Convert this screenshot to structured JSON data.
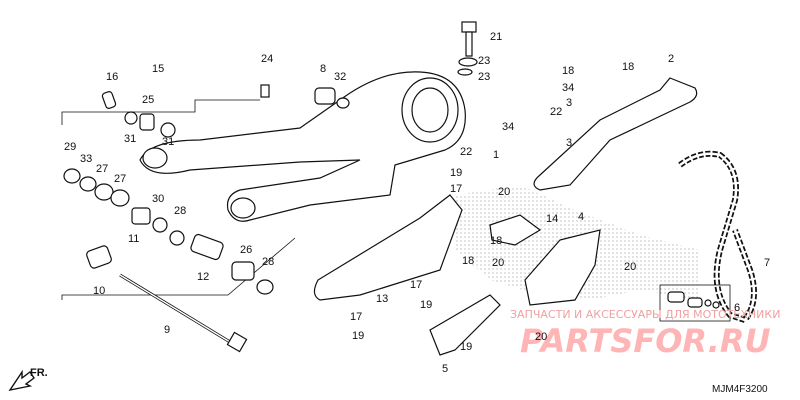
{
  "diagram": {
    "code": "MJM4F3200",
    "direction_label": "FR.",
    "watermark_text": "ЗАПЧАСТИ И АКСЕССУАРЫ ДЛЯ МОТОТЕХНИКИ",
    "watermark_logo": "PARTSFOR.RU",
    "labels": [
      "1",
      "2",
      "3",
      "3",
      "4",
      "5",
      "6",
      "7",
      "8",
      "9",
      "10",
      "11",
      "12",
      "13",
      "14",
      "15",
      "16",
      "17",
      "17",
      "17",
      "18",
      "18",
      "18",
      "18",
      "19",
      "19",
      "19",
      "19",
      "20",
      "20",
      "20",
      "20",
      "21",
      "22",
      "22",
      "23",
      "23",
      "24",
      "25",
      "26",
      "27",
      "27",
      "28",
      "28",
      "29",
      "30",
      "31",
      "31",
      "32",
      "33",
      "34",
      "34"
    ]
  }
}
